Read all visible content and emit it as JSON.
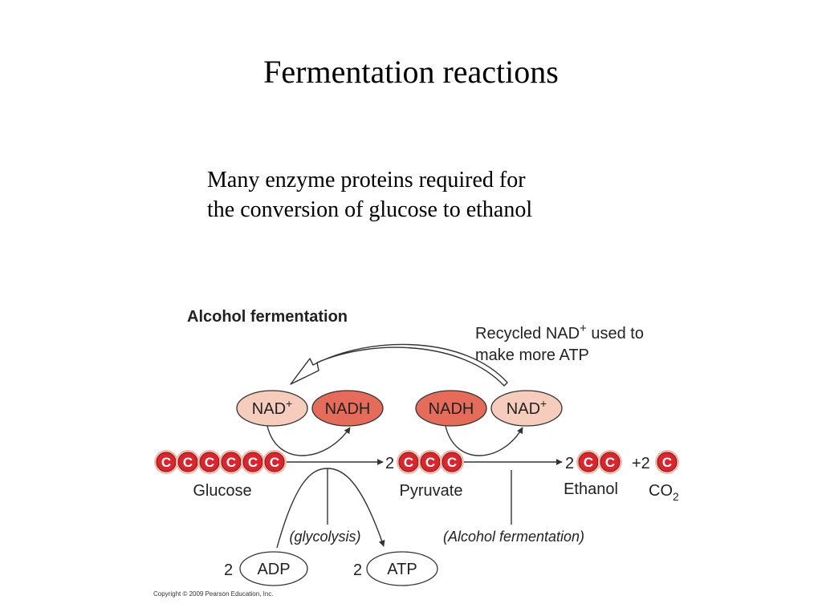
{
  "slide": {
    "title": "Fermentation reactions",
    "subtitle_lines": [
      "Many enzyme proteins required for",
      "the conversion of glucose to ethanol"
    ]
  },
  "figure": {
    "heading": "Alcohol fermentation",
    "recycled_note": [
      "Recycled NAD+ used to",
      "make more ATP"
    ],
    "carbon_symbol": "C",
    "nad_plus": "NAD+",
    "nadh": "NADH",
    "coefficient_two": "2",
    "plus_two": "+2",
    "molecules": {
      "glucose": "Glucose",
      "pyruvate": "Pyruvate",
      "ethanol": "Ethanol",
      "co2": "CO2"
    },
    "process_labels": {
      "glycolysis": "(glycolysis)",
      "alcohol_fermentation": "(Alcohol fermentation)"
    },
    "adp": "ADP",
    "atp": "ATP",
    "copyright": "Copyright © 2009 Pearson Education, Inc.",
    "colors": {
      "carbon_fill": "#d7262e",
      "carbon_ring": "#f2b6aa",
      "nad_plus_fill": "#f6ccbc",
      "nadh_fill": "#e56c5a",
      "line": "#333333"
    }
  }
}
